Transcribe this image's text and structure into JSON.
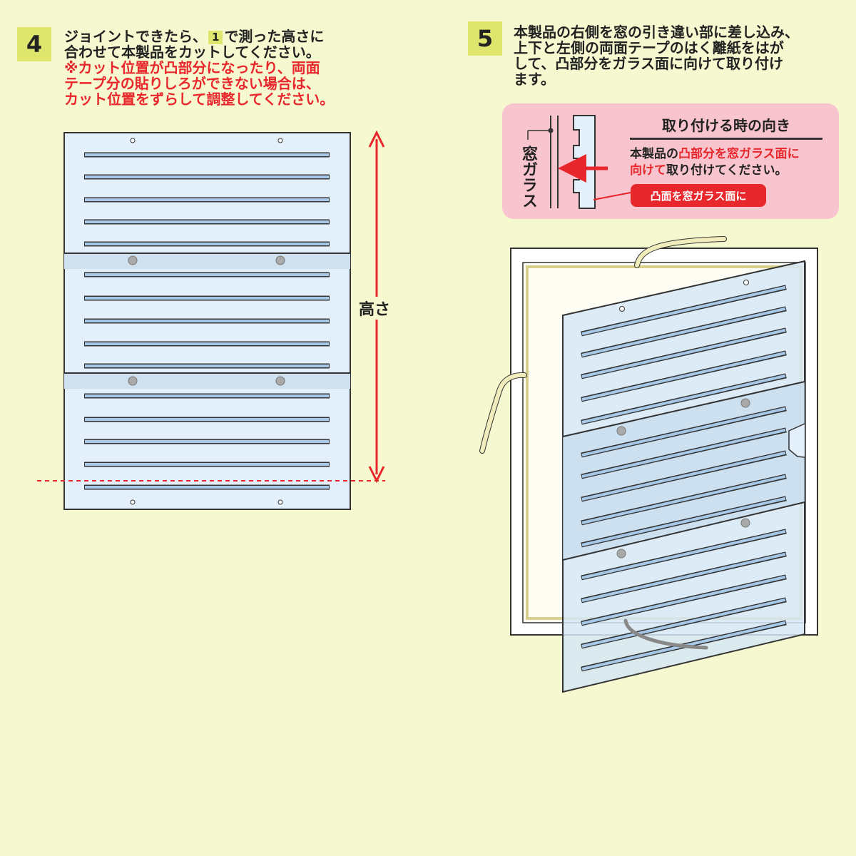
{
  "step4": {
    "number": "4",
    "line1_pre": "ジョイントできたら、",
    "line1_ref": "1",
    "line1_post": "で測った高さに",
    "line2": "合わせて本製品をカットしてください。",
    "note_line1": "※カット位置が凸部分になったり、両面",
    "note_line2": "テープ分の貼りしろができない場合は、",
    "note_line3": "カット位置をずらして調整してください。",
    "height_label": "高さ"
  },
  "step5": {
    "number": "5",
    "line1": "本製品の右側を窓の引き違い部に差し込み、",
    "line2": "上下と左側の両面テープのはく離紙をはが",
    "line3": "して、凸部分をガラス面に向けて取り付け",
    "line4": "ます。"
  },
  "notice": {
    "title": "取り付ける時の向き",
    "body1_pre": "本製品の",
    "body1_red": "凸部分を窓ガラス面に",
    "body2_red": "向けて",
    "body2_post": "取り付けてください。",
    "pill": "凸面を窓ガラス面に",
    "glass_label": "窓ガラス"
  },
  "colors": {
    "background": "#f6f8cf",
    "badge": "#dfe66e",
    "accent_red": "#e8272d",
    "panel_blue": "#e3f0fb",
    "slat_blue": "#a8c8e8",
    "notice_pink": "#f8c5cf"
  }
}
